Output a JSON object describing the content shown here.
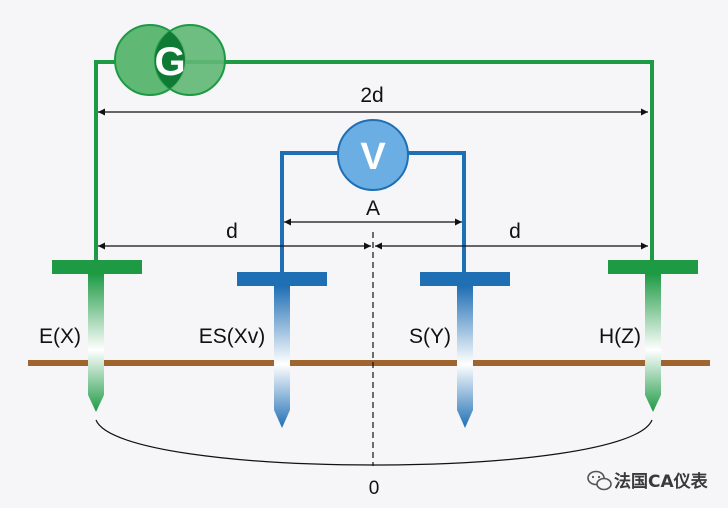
{
  "meters": {
    "generator": {
      "symbol": "G",
      "color": "#1e9a45",
      "fill": "#5fb874"
    },
    "voltmeter": {
      "symbol": "V",
      "color": "#1f6fb5",
      "fill": "#6aaee3"
    }
  },
  "dimensions": {
    "full_span": "2d",
    "left_span": "d",
    "right_span": "d",
    "center_span": "A",
    "origin": "0"
  },
  "electrodes": [
    {
      "label": "E(X)",
      "color": "#1e9a45"
    },
    {
      "label": "ES(Xv)",
      "color": "#1f6fb5"
    },
    {
      "label": "S(Y)",
      "color": "#1f6fb5"
    },
    {
      "label": "H(Z)",
      "color": "#1e9a45"
    }
  ],
  "colors": {
    "background": "#f6f6f8",
    "ground": "#a0652f",
    "green_wire": "#1e9a45",
    "blue_wire": "#1f6fb5"
  },
  "watermark": {
    "text": "法国CA仪表",
    "icon": "wechat-icon"
  }
}
